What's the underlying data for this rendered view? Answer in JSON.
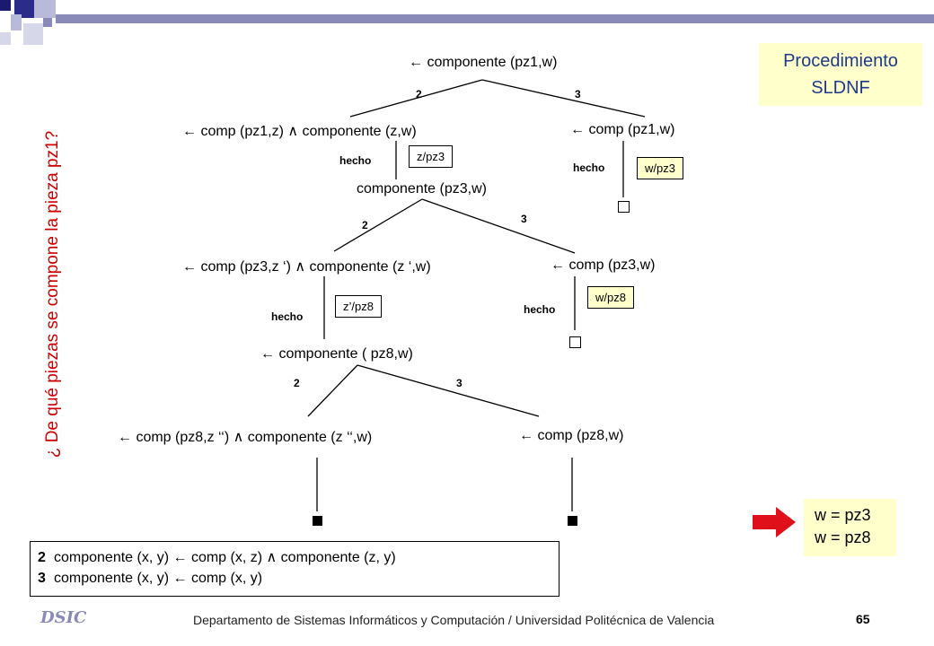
{
  "slide": {
    "title_lines": [
      "Procedimiento",
      "SLDNF"
    ],
    "question": "¿ De qué piezas se compone la pieza pz1?",
    "footer": "Departamento de Sistemas Informáticos y Computación / Universidad Politécnica de Valencia",
    "page_number": "65",
    "logo_text": "DSIC"
  },
  "tree": {
    "root": "← componente (pz1,w)",
    "level1": {
      "left": "← comp (pz1,z) ∧ componente (z,w)",
      "right": "← comp (pz1,w)",
      "left_edge_label": "2",
      "right_edge_label": "3",
      "left_step": "hecho",
      "left_subst": "z/pz3",
      "right_step": "hecho",
      "right_subst": "w/pz3"
    },
    "level2": {
      "node": "componente (pz3,w)",
      "left": "← comp (pz3,z ‘) ∧ componente (z ‘,w)",
      "right": "← comp (pz3,w)",
      "left_edge_label": "2",
      "right_edge_label": "3",
      "left_step": "hecho",
      "left_subst": "z’/pz8",
      "right_step": "hecho",
      "right_subst": "w/pz8"
    },
    "level3": {
      "node": "← componente ( pz8,w)",
      "left": "← comp (pz8,z ‘‘) ∧ componente (z ‘‘,w)",
      "right": "← comp (pz8,w)",
      "left_edge_label": "2",
      "right_edge_label": "3"
    }
  },
  "rules": [
    {
      "num": "2",
      "text": "componente (x, y) ← comp (x, z) ∧ componente (z, y)"
    },
    {
      "num": "3",
      "text": "componente (x, y) ← comp (x, y)"
    }
  ],
  "answers": [
    "w = pz3",
    "w = pz8"
  ],
  "colors": {
    "title_box": "#ffffcc",
    "title_text": "#1f3a8a",
    "question_text": "#cc0000",
    "arrow": "#e0101a",
    "header_bar": "#8a8ab8"
  }
}
